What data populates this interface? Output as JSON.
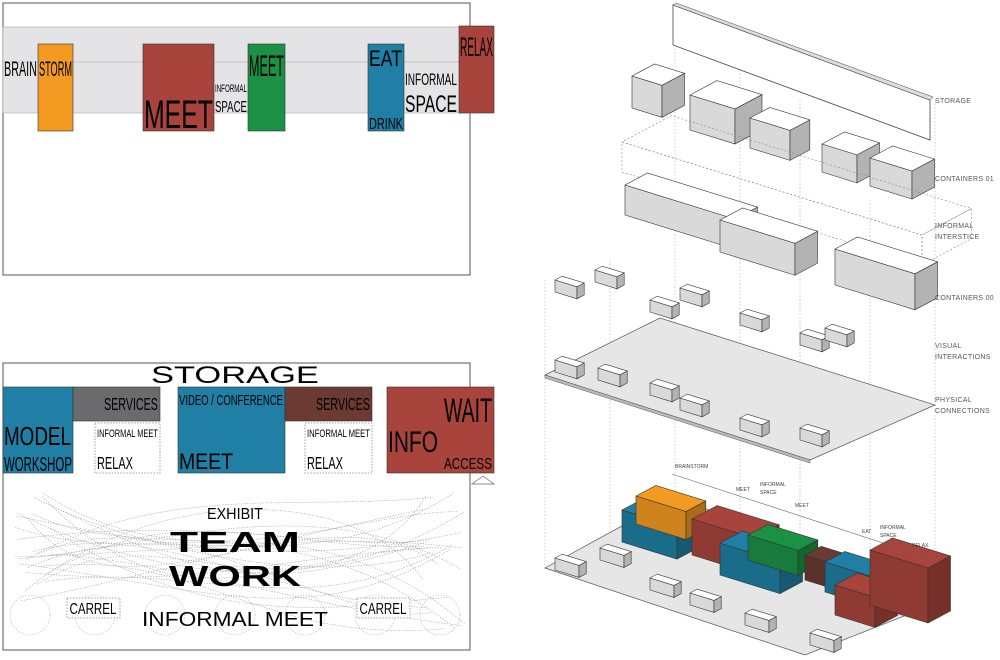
{
  "colors": {
    "orange": "#f39a22",
    "red": "#a8443b",
    "green": "#1a9145",
    "blue": "#1f7fa4",
    "gray": "#6b6b6d",
    "brown": "#6b3b33",
    "band": "#e4e4e6",
    "floor": "#e6e6e6"
  },
  "top_plan": {
    "brainstorm_a": "BRAIN",
    "brainstorm_b": "STORM",
    "meet_large": "MEET",
    "informal_1a": "INFORMAL",
    "informal_1b": "SPACE",
    "meet_green": "MEET",
    "eat": "EAT",
    "drink": "DRINK",
    "informal_2a": "INFORMAL",
    "informal_2b": "SPACE",
    "relax": "RELAX"
  },
  "bottom_plan": {
    "storage": "STORAGE",
    "model": "MODEL",
    "workshop": "WORKSHOP",
    "services_1": "SERVICES",
    "informal_meet_1": "INFORMAL MEET",
    "relax_1": "RELAX",
    "video_conference": "VIDEO / CONFERENCE",
    "meet": "MEET",
    "services_2": "SERVICES",
    "informal_meet_2": "INFORMAL MEET",
    "relax_2": "RELAX",
    "info": "INFO",
    "wait": "WAIT",
    "access": "ACCESS",
    "exhibit": "EXHIBIT",
    "team": "TEAM",
    "work": "WORK",
    "carrel_1": "CARREL",
    "carrel_2": "CARREL",
    "informal_meet_bottom": "INFORMAL MEET"
  },
  "axon_layers": {
    "storage": "STORAGE",
    "containers_01": "CONTAINERS 01",
    "informal_a": "INFORMAL",
    "informal_b": "INTERSTICE",
    "containers_00": "CONTAINERS 00",
    "visual_a": "VISUAL",
    "visual_b": "INTERACTIONS",
    "physical_a": "PHYSICAL",
    "physical_b": "CONNECTIONS"
  },
  "axon_tags": {
    "brainstorm": "BRAINSTORM",
    "meet_1": "MEET",
    "informal_space_a": "INFORMAL",
    "informal_space_b": "SPACE",
    "meet_2": "MEET",
    "eat": "EAT",
    "informal_space2_a": "INFORMAL",
    "informal_space2_b": "SPACE",
    "relax": "RELAX"
  }
}
